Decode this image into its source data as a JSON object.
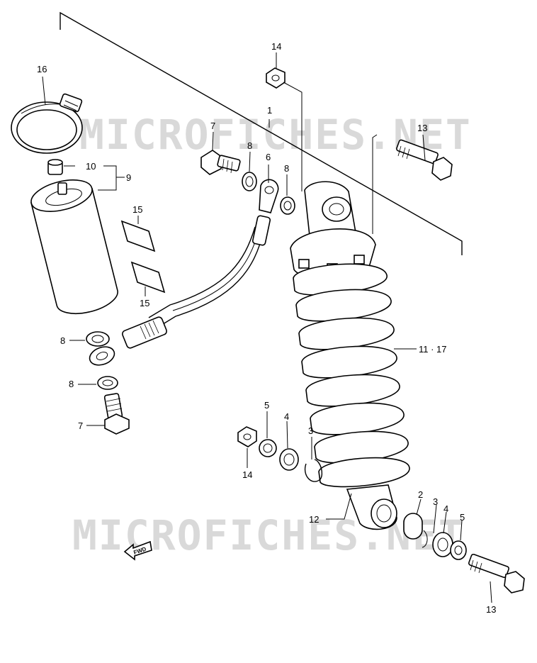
{
  "watermark": "MICROFICHES.NET",
  "fwd_label": "FWD",
  "labels": {
    "p1": "1",
    "p2": "2",
    "p3a": "3",
    "p3b": "3",
    "p4a": "4",
    "p4b": "4",
    "p5a": "5",
    "p5b": "5",
    "p6": "6",
    "p7a": "7",
    "p7b": "7",
    "p8a": "8",
    "p8b": "8",
    "p8c": "8",
    "p8d": "8",
    "p9": "9",
    "p10": "10",
    "p11_17": "11 · 17",
    "p12": "12",
    "p13a": "13",
    "p13b": "13",
    "p14a": "14",
    "p14b": "14",
    "p15a": "15",
    "p15b": "15",
    "p16": "16"
  }
}
